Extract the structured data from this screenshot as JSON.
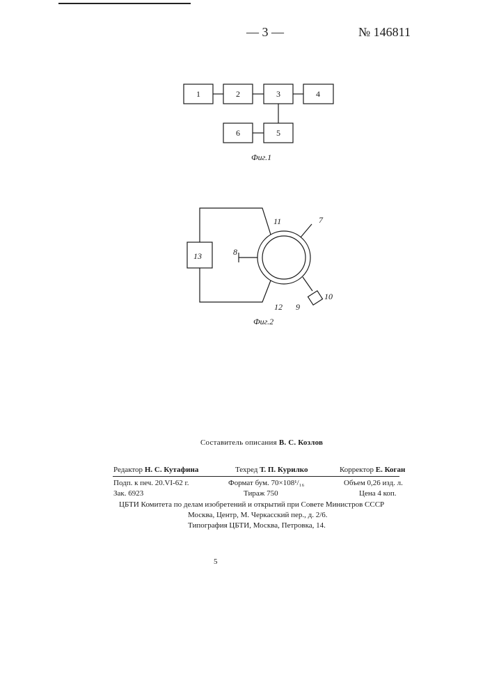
{
  "header": {
    "page_marker": "— 3 —",
    "patent_number": "№ 146811"
  },
  "figure1": {
    "blocks": [
      "1",
      "2",
      "3",
      "4",
      "5",
      "6"
    ],
    "caption": "Фиг.1"
  },
  "figure2": {
    "labels": [
      "7",
      "8",
      "9",
      "10",
      "11",
      "12",
      "13"
    ],
    "caption": "Фиг.2"
  },
  "compiler": {
    "label": "Составитель описания",
    "name": "В. С. Козлов"
  },
  "imprint": {
    "editor_label": "Редактор",
    "editor_name": "Н. С. Кутафина",
    "techred_label": "Техред",
    "techred_name": "Т. П. Курилко",
    "corrector_label": "Корректор",
    "corrector_name": "Е. Коган",
    "signed": "Подп. к печ. 20.VI-62 г.",
    "format": "Формат бум. 70×108¹/₁₆",
    "volume": "Объем 0,26 изд. л.",
    "order": "Зак. 6923",
    "circulation": "Тираж 750",
    "price": "Цена 4 коп.",
    "publisher_line1": "ЦБТИ Комитета по делам изобретений и открытий при Совете Министров СССР",
    "publisher_line2": "Москва, Центр, М. Черкасский пер., д. 2/6.",
    "printer": "Типография ЦБТИ, Москва, Петровка, 14."
  },
  "page_number": "5"
}
